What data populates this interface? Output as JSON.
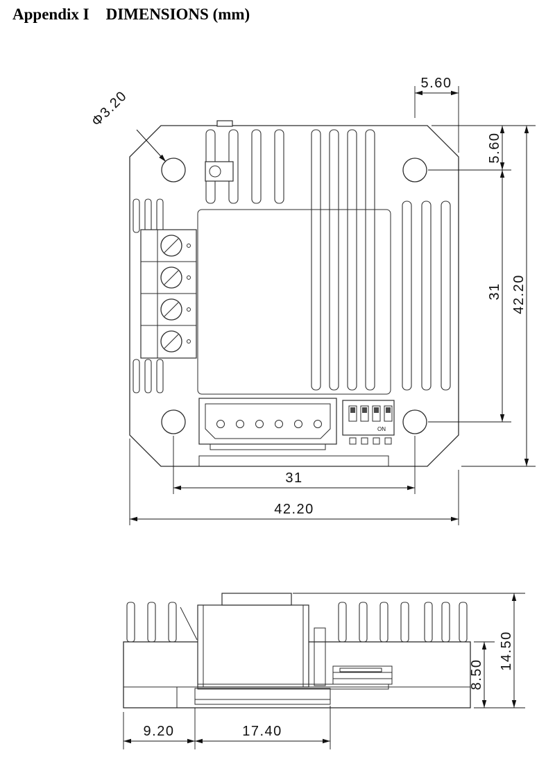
{
  "page": {
    "title_prefix": "Appendix I",
    "title_main": "DIMENSIONS (mm)"
  },
  "top_view": {
    "dimensions": {
      "hole_diameter": "Φ3.20",
      "hole_to_right_edge": "5.60",
      "hole_to_top_edge": "5.60",
      "hole_pitch_vertical": "31",
      "overall_height": "42.20",
      "hole_pitch_horizontal": "31",
      "overall_width": "42.20"
    },
    "dip_switch_label": "ON"
  },
  "side_view": {
    "dimensions": {
      "overall_height": "14.50",
      "body_height": "8.50",
      "terminal_block_depth": "9.20",
      "connector_width": "17.40"
    }
  }
}
